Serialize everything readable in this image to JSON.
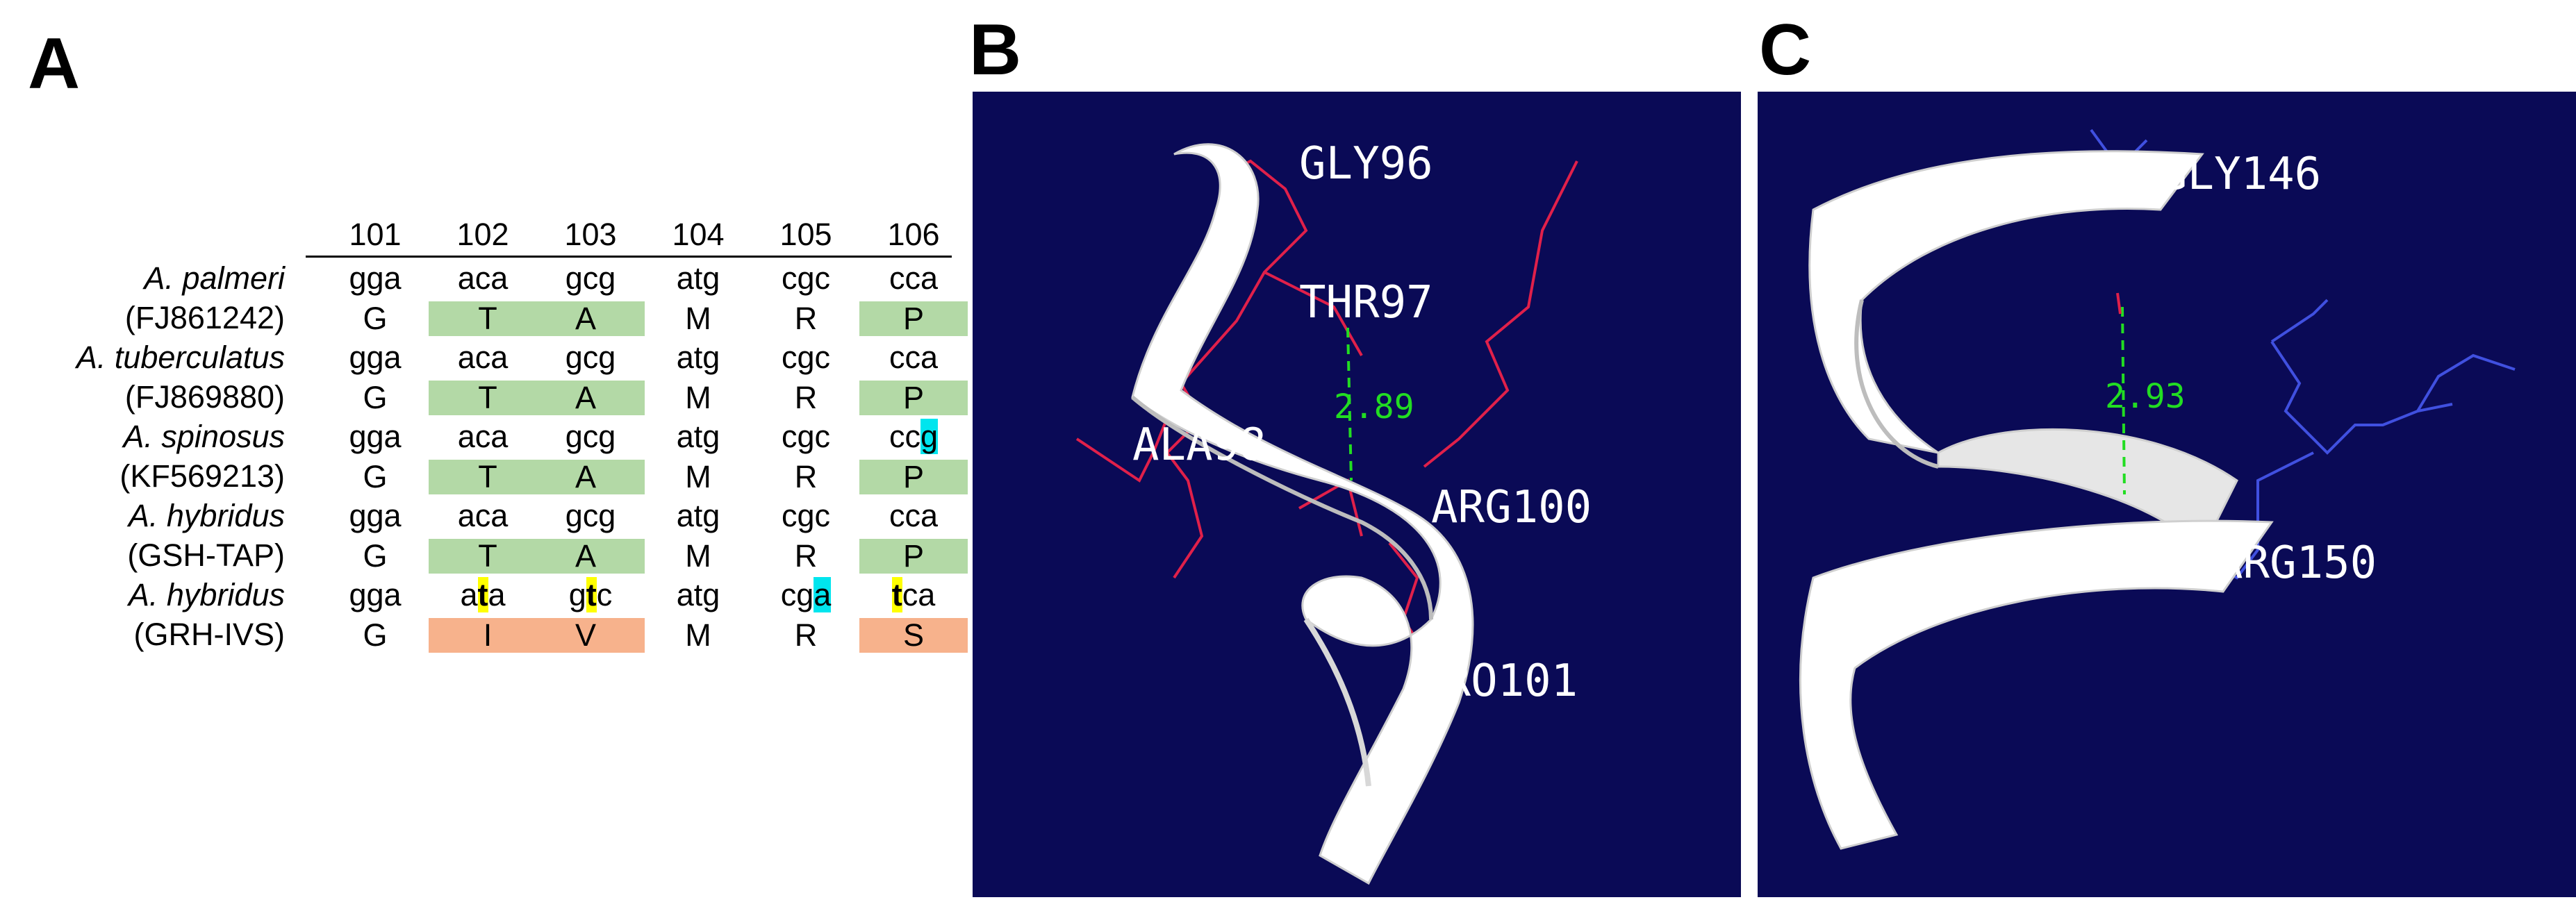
{
  "panels": {
    "a_label": "A",
    "b_label": "B",
    "c_label": "C"
  },
  "alignment": {
    "positions": [
      "101",
      "102",
      "103",
      "104",
      "105",
      "106"
    ],
    "rows": [
      {
        "species": "A. palmeri",
        "accession": "(FJ861242)",
        "codons": [
          "gga",
          "aca",
          "gcg",
          "atg",
          "cgc",
          "cca"
        ],
        "aa": [
          "G",
          "T",
          "A",
          "M",
          "R",
          "P"
        ]
      },
      {
        "species": "A. tuberculatus",
        "accession": "(FJ869880)",
        "codons": [
          "gga",
          "aca",
          "gcg",
          "atg",
          "cgc",
          "cca"
        ],
        "aa": [
          "G",
          "T",
          "A",
          "M",
          "R",
          "P"
        ]
      },
      {
        "species": "A. spinosus",
        "accession": "(KF569213)",
        "codons": [
          "gga",
          "aca",
          "gcg",
          "atg",
          "cgc",
          "ccg"
        ],
        "aa": [
          "G",
          "T",
          "A",
          "M",
          "R",
          "P"
        ]
      },
      {
        "species": "A. hybridus",
        "accession": "(GSH-TAP)",
        "codons": [
          "gga",
          "aca",
          "gcg",
          "atg",
          "cgc",
          "cca"
        ],
        "aa": [
          "G",
          "T",
          "A",
          "M",
          "R",
          "P"
        ]
      },
      {
        "species": "A. hybridus",
        "accession": "(GRH-IVS)",
        "codons": [
          "gga",
          "ata",
          "gtc",
          "atg",
          "cga",
          "tca"
        ],
        "aa": [
          "G",
          "I",
          "V",
          "M",
          "R",
          "S"
        ]
      }
    ],
    "highlight_colors": {
      "conserved": "#b3d9a6",
      "mutant": "#f7b28c",
      "nonsynonymous_base": "#ffff00",
      "synonymous_base": "#00e5ee"
    }
  },
  "structure_b": {
    "labels": [
      "GLY96",
      "THR97",
      "ALA98",
      "ARG100",
      "PRO101"
    ],
    "distance": "2.89"
  },
  "structure_c": {
    "labels": [
      "GLY146",
      "ARG150"
    ],
    "distance": "2.93"
  },
  "colors": {
    "panel_bg": "#0a0a56",
    "ribbon": "#ffffff",
    "residue_b": "#e0204a",
    "residue_c": "#4050e0",
    "hbond": "#22dd22"
  }
}
